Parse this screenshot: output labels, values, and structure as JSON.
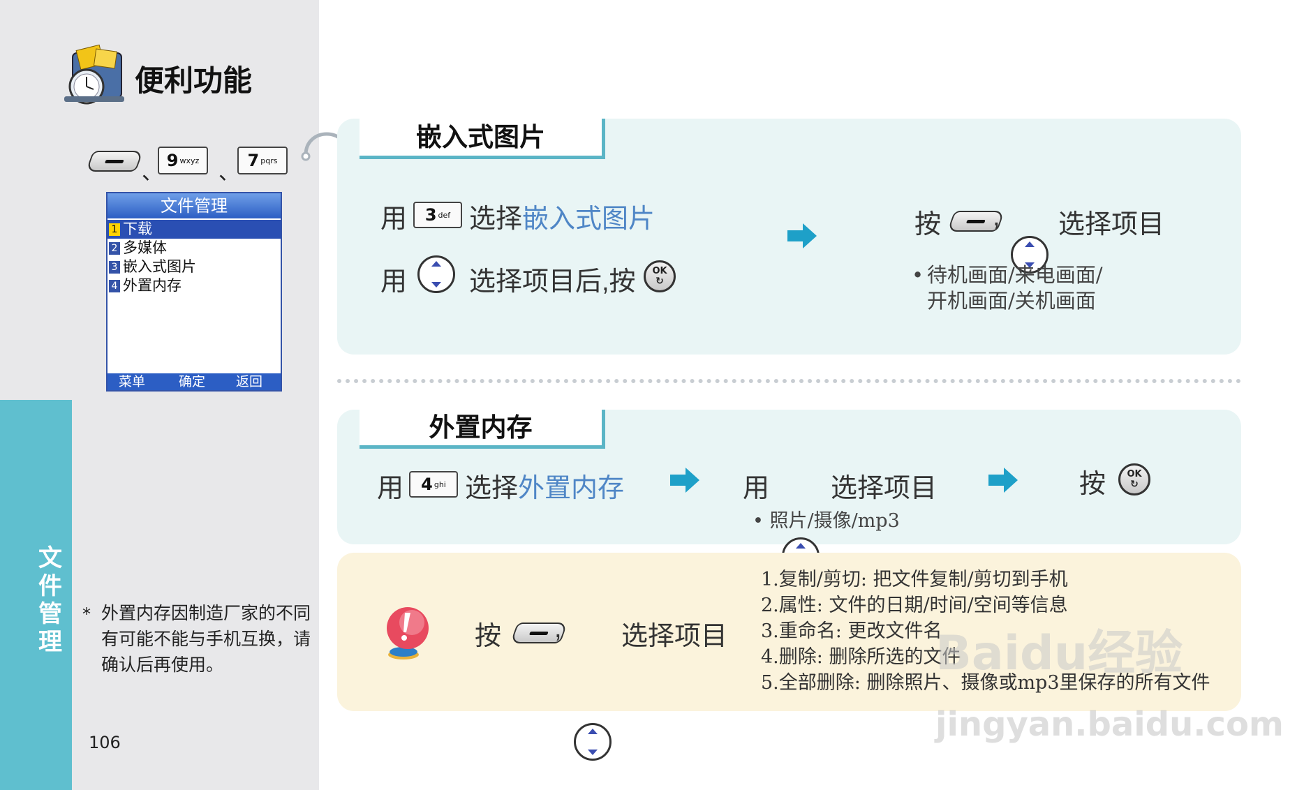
{
  "header": {
    "title": "便利功能"
  },
  "sidebar": {
    "section_label": [
      "文",
      "件",
      "管",
      "理"
    ]
  },
  "key_sequence": [
    {
      "type": "softkey"
    },
    {
      "type": "separator",
      "text": "、"
    },
    {
      "type": "numkey",
      "num": "9",
      "sub": "wxyz"
    },
    {
      "type": "separator",
      "text": "、"
    },
    {
      "type": "numkey",
      "num": "7",
      "sub": "pqrs"
    }
  ],
  "phone_screen": {
    "title": "文件管理",
    "items": [
      {
        "n": "1",
        "label": "下载",
        "selected": true
      },
      {
        "n": "2",
        "label": "多媒体",
        "selected": false
      },
      {
        "n": "3",
        "label": "嵌入式图片",
        "selected": false
      },
      {
        "n": "4",
        "label": "外置内存",
        "selected": false
      }
    ],
    "softkeys": [
      "菜单",
      "确定",
      "返回"
    ]
  },
  "section1": {
    "tab": "嵌入式图片",
    "step1_prefix": "用",
    "step1_key": {
      "num": "3",
      "sub": "def"
    },
    "step1_text": "选择",
    "step1_highlight": "嵌入式图片",
    "step2_prefix": "用",
    "step2_text": "选择项目后,按",
    "right_prefix": "按",
    "right_comma": ",",
    "right_text": "选择项目",
    "bullet_line1": "待机画面/来电画面/",
    "bullet_line2": "开机画面/关机画面"
  },
  "section2": {
    "tab": "外置内存",
    "step1_prefix": "用",
    "step1_key": {
      "num": "4",
      "sub": "ghi"
    },
    "step1_text": "选择",
    "step1_highlight": "外置内存",
    "step2_prefix": "用",
    "step2_text": "选择项目",
    "step2_bullet": "照片/摄像/mp3",
    "step3_prefix": "按"
  },
  "section3": {
    "prefix": "按",
    "comma": ",",
    "text": "选择项目",
    "list": [
      "1.复制/剪切:  把文件复制/剪切到手机",
      "2.属性:  文件的日期/时间/空间等信息",
      "3.重命名:  更改文件名",
      "4.删除:  删除所选的文件",
      "5.全部删除:  删除照片、摄像或mp3里保存的所有文件"
    ]
  },
  "footnote": {
    "star": "*",
    "lines": [
      "外置内存因制造厂家的不同",
      "有可能不能与手机互换，请",
      "确认后再使用。"
    ]
  },
  "page_number": "106",
  "watermark": {
    "logo": "Baidu经验",
    "url": "jingyan.baidu.com"
  },
  "colors": {
    "accent": "#5fbfcf",
    "highlight_text": "#4f86c6",
    "panel_bg": "#e9f5f5",
    "note_bg": "#fbf3dc",
    "arrow": "#1ea0c8"
  }
}
